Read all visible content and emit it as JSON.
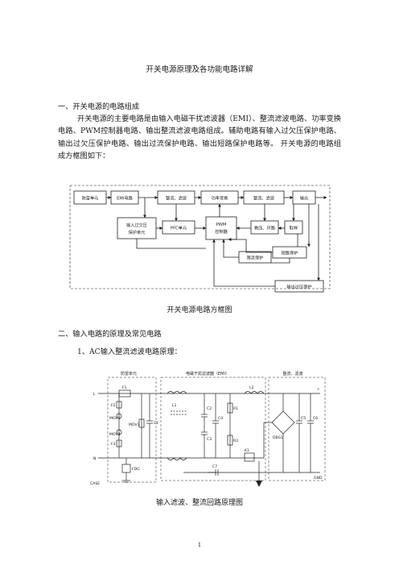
{
  "title": "开关电源原理及各功能电路详解",
  "section1": {
    "heading": "一、开关电源的电路组成",
    "paragraph": "开关电源的主要电路是由输入电磁干扰滤波器（EMI）、整流滤波电路、功率变换电路、PWM控制器电路、输出整流滤波电路组成。辅助电路有输入过欠压保护电路、输出过欠压保护电路、输出过流保护电路、输出短路保护电路等。 开关电源的电路组成方框图如下：",
    "figure_caption": "开关电源电路方框图",
    "block_diagram": {
      "blocks": {
        "surge": "防雷单元",
        "emi": "EMI电路",
        "rect": "整流、滤波",
        "power": "功率变换",
        "out_rect": "整流、滤波",
        "output": "输出",
        "in_protect_1": "输入过欠压",
        "in_protect_2": "保护单元",
        "pfc": "PFC单元",
        "pwm_1": "PWM",
        "pwm_2": "控制器",
        "regulator": "稳压、环路",
        "sampling": "取样",
        "short": "短路保护",
        "current": "限流保护",
        "out_protect": "输出过压保护"
      }
    }
  },
  "section2": {
    "heading": "二、输入电路的原理及常见电路",
    "subheading": "1、AC输入整流滤波电路原理：",
    "figure_caption": "输入滤波、整流回路原理图",
    "schematic": {
      "group_surge": "防雷单元",
      "group_emi": "电磁干扰滤波器（EMI）",
      "group_rect": "整流、滤波",
      "labels": {
        "L": "L",
        "N": "N",
        "CASE": "CASE",
        "GND": "GND",
        "plus": "+",
        "F1": "F1",
        "F2": "F2",
        "F3": "F3",
        "MOV1": "MOV1",
        "MOV2": "MOV2",
        "MOV3": "MOV3",
        "FDG": "FDG",
        "C1": "C1",
        "L1": "L1",
        "C2": "C2",
        "C3": "C3",
        "C4": "C4",
        "R1": "R1",
        "R2": "R2",
        "L2": "L2",
        "K1": "K1",
        "C7": "C7",
        "DBG1": "DBG1",
        "C5": "C5",
        "C6": "C6"
      }
    }
  },
  "page_number": "1"
}
